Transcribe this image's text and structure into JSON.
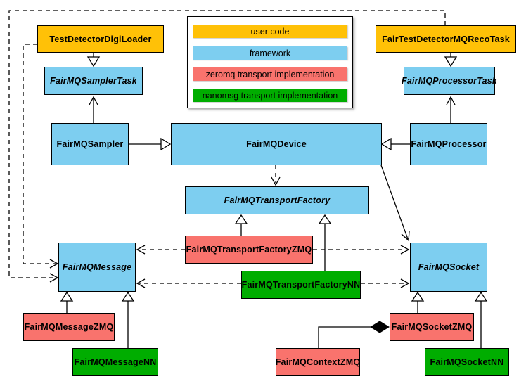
{
  "colors": {
    "user_code": "#FFC107",
    "framework": "#7DCEF0",
    "zeromq": "#F9736D",
    "nanomsg": "#00AD00",
    "canvas_bg": "#FFFFFF"
  },
  "legend": {
    "items": [
      {
        "label": "user code"
      },
      {
        "label": "framework"
      },
      {
        "label": "zeromq transport implementation"
      },
      {
        "label": "nanomsg transport implementation"
      }
    ]
  },
  "nodes": {
    "test_detector_digi_loader": {
      "label": "TestDetectorDigiLoader"
    },
    "fairmq_sampler_task": {
      "label": "FairMQSamplerTask"
    },
    "fairmq_sampler": {
      "label": "FairMQSampler"
    },
    "fairmq_device": {
      "label": "FairMQDevice"
    },
    "fairmq_processor": {
      "label": "FairMQProcessor"
    },
    "fair_test_detector_mq_reco_task": {
      "label": "FairTestDetectorMQRecoTask"
    },
    "fairmq_processor_task": {
      "label": "FairMQProcessorTask"
    },
    "fairmq_transport_factory": {
      "label": "FairMQTransportFactory"
    },
    "fairmq_transport_factory_zmq": {
      "label": "FairMQTransportFactoryZMQ"
    },
    "fairmq_transport_factory_nn": {
      "label": "FairMQTransportFactoryNN"
    },
    "fairmq_message": {
      "label": "FairMQMessage"
    },
    "fairmq_socket": {
      "label": "FairMQSocket"
    },
    "fairmq_message_zmq": {
      "label": "FairMQMessageZMQ"
    },
    "fairmq_message_nn": {
      "label": "FairMQMessageNN"
    },
    "fairmq_socket_zmq": {
      "label": "FairMQSocketZMQ"
    },
    "fairmq_context_zmq": {
      "label": "FairMQContextZMQ"
    },
    "fairmq_socket_nn": {
      "label": "FairMQSocketNN"
    }
  }
}
